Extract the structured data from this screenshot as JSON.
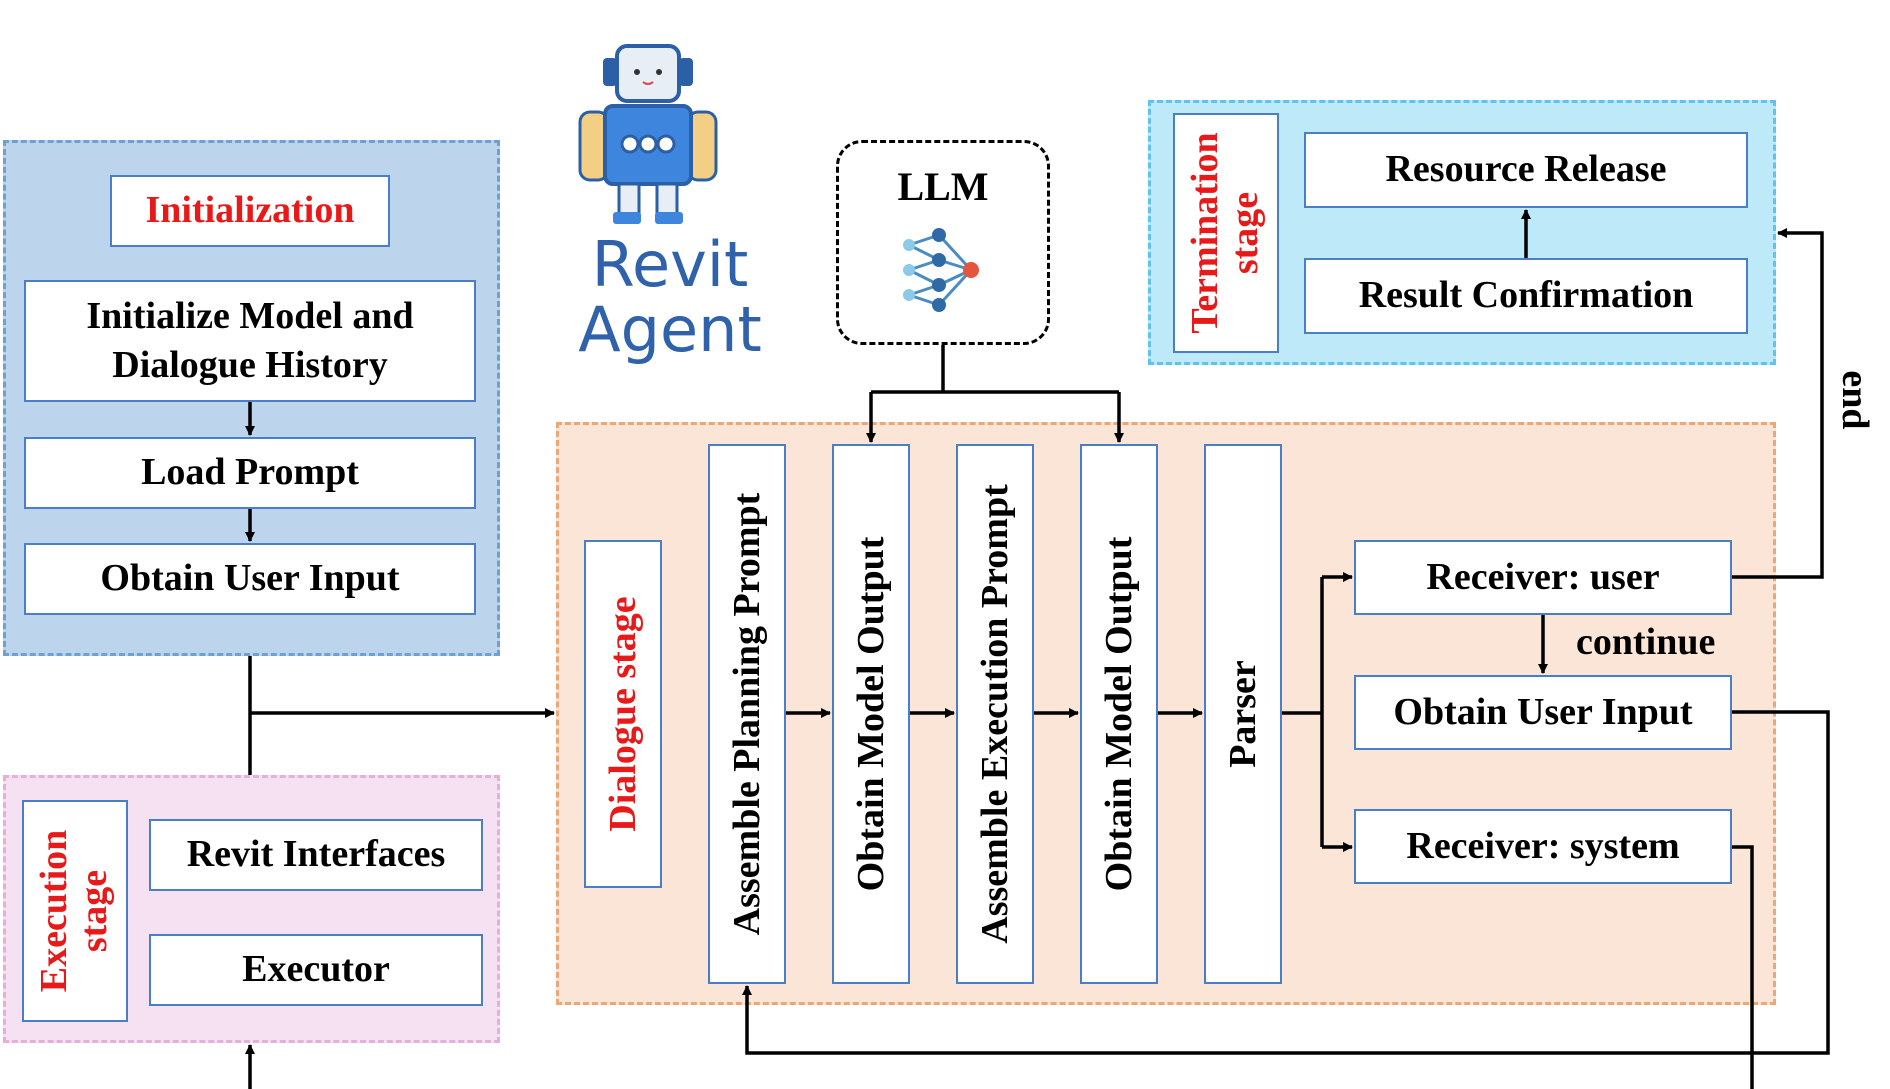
{
  "robot": {
    "line1": "Revit",
    "line2": "Agent"
  },
  "llm": {
    "label": "LLM"
  },
  "init_region": {
    "title": "Initialization",
    "steps": [
      "Initialize Model and Dialogue History",
      "Load Prompt",
      "Obtain User Input"
    ]
  },
  "execution_region": {
    "title": "Execution stage",
    "steps": [
      "Revit Interfaces",
      "Executor"
    ]
  },
  "termination_region": {
    "title": "Termination stage",
    "steps": [
      "Resource Release",
      "Result Confirmation"
    ]
  },
  "dialogue_region": {
    "title": "Dialogue stage",
    "columns": [
      "Assemble Planning Prompt",
      "Obtain Model Output",
      "Assemble Execution Prompt",
      "Obtain Model Output",
      "Parser"
    ],
    "receivers": [
      "Receiver: user",
      "Obtain User Input",
      "Receiver: system"
    ]
  },
  "edge_labels": {
    "end": "end",
    "continue": "continue"
  },
  "colors": {
    "init_fill": "#bcd5ec",
    "init_border": "#6fa0d4",
    "exec_fill": "#f6e1f2",
    "exec_border": "#e3b0da",
    "term_fill": "#bde9f8",
    "term_border": "#5ec4ec",
    "dialogue_fill": "#fbe5d6",
    "dialogue_border": "#e9a877",
    "box_border": "#4a7ec8",
    "title_red": "#e81919"
  }
}
